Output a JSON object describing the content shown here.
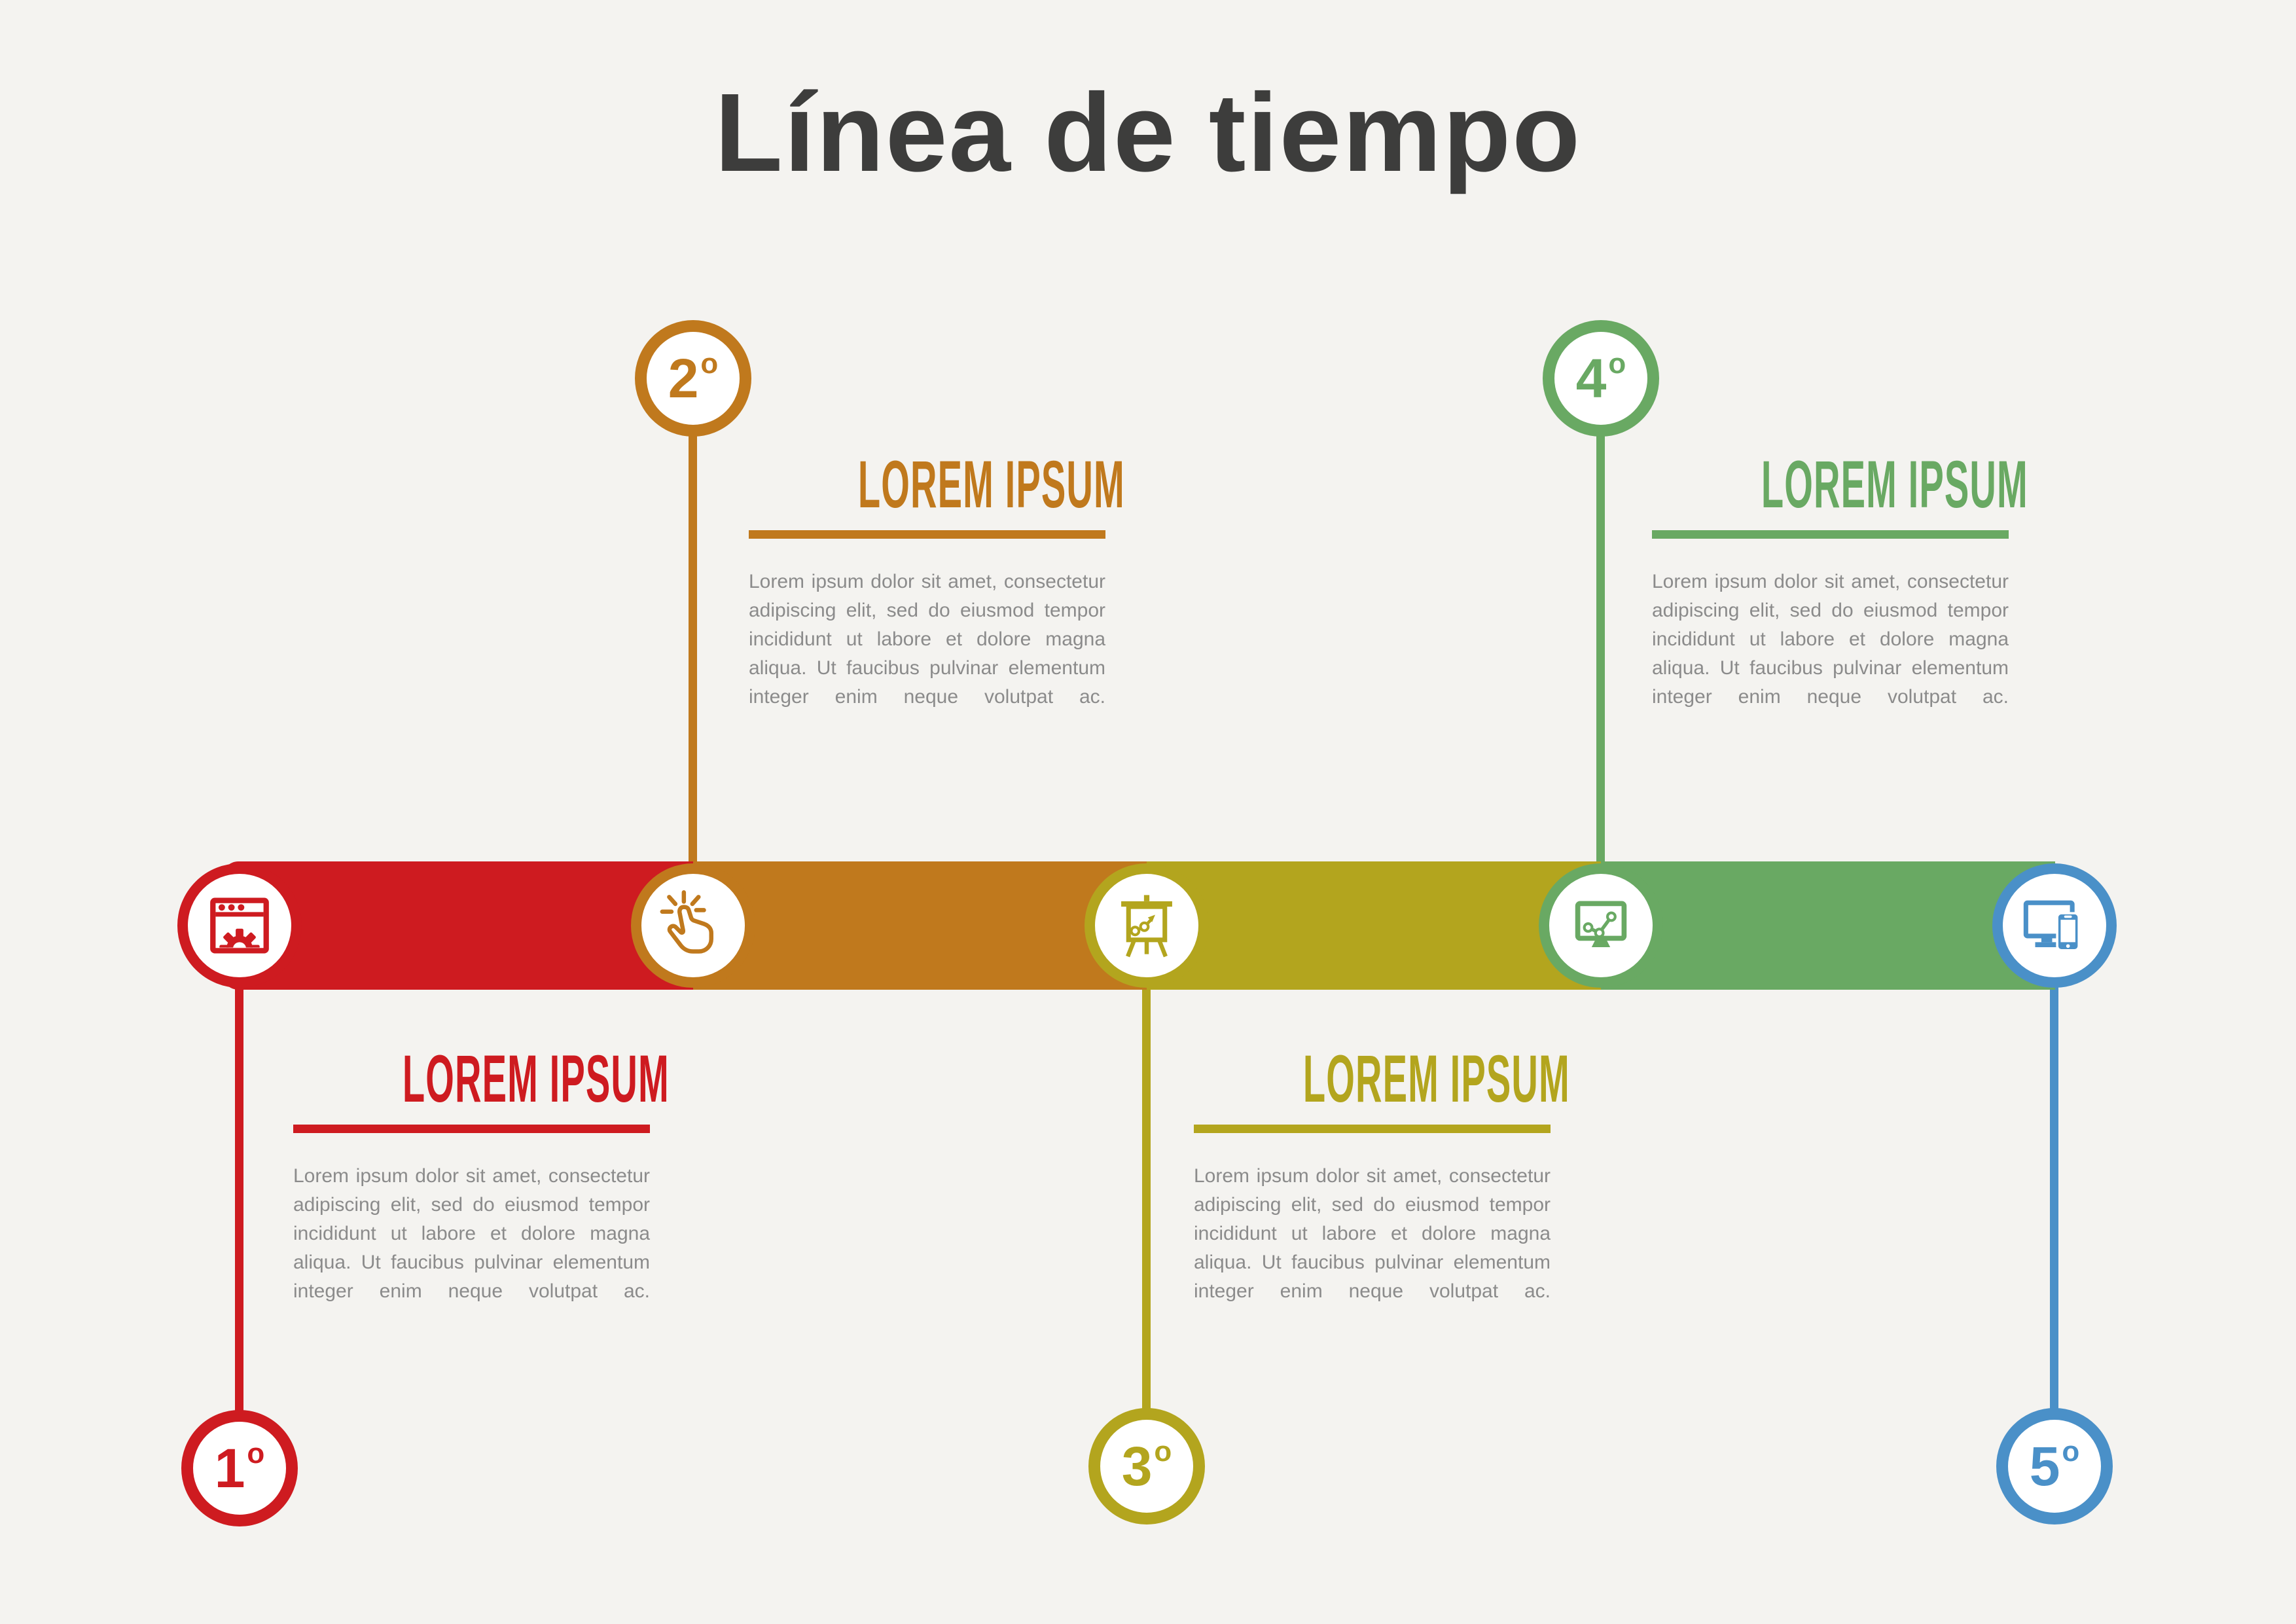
{
  "title": "Línea de tiempo",
  "background_color": "#f4f3f0",
  "title_color": "#3d3d3c",
  "body_text_color": "#8b8b8b",
  "steps": [
    {
      "number": "1",
      "ordinal": "o",
      "color": "#ce1b20",
      "icon": "browser-gear-icon",
      "position": "below",
      "heading": "LOREM IPSUM",
      "body": "Lorem ipsum dolor sit amet, consectetur adipiscing elit, sed do eiusmod tempor incididunt ut labore et dolore magna aliqua. Ut faucibus pulvinar elementum integer enim neque volutpat ac."
    },
    {
      "number": "2",
      "ordinal": "o",
      "color": "#c0791d",
      "icon": "click-hand-icon",
      "position": "above",
      "heading": "LOREM IPSUM",
      "body": "Lorem ipsum dolor sit amet, consectetur adipiscing elit, sed do eiusmod tempor incididunt ut labore et dolore magna aliqua. Ut faucibus pulvinar elementum integer enim neque volutpat ac."
    },
    {
      "number": "3",
      "ordinal": "o",
      "color": "#b3a51e",
      "icon": "easel-chart-icon",
      "position": "below",
      "heading": "LOREM IPSUM",
      "body": "Lorem ipsum dolor sit amet, consectetur adipiscing elit, sed do eiusmod tempor incididunt ut labore et dolore magna aliqua. Ut faucibus pulvinar elementum integer enim neque volutpat ac."
    },
    {
      "number": "4",
      "ordinal": "o",
      "color": "#69a963",
      "icon": "monitor-chart-icon",
      "position": "above",
      "heading": "LOREM IPSUM",
      "body": "Lorem ipsum dolor sit amet, consectetur adipiscing elit, sed do eiusmod tempor incididunt ut labore et dolore magna aliqua. Ut faucibus pulvinar elementum integer enim neque volutpat ac."
    },
    {
      "number": "5",
      "ordinal": "o",
      "color": "#4a90c8",
      "icon": "responsive-devices-icon",
      "position": "below",
      "heading": "",
      "body": ""
    }
  ]
}
